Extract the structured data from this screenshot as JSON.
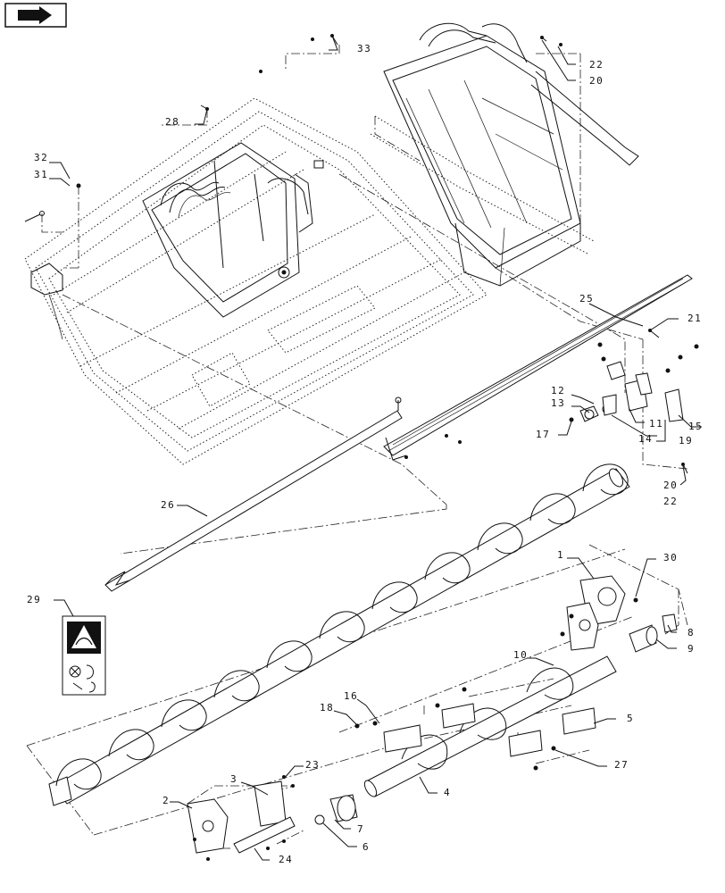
{
  "nav_icon": "next-page-arrow-icon",
  "callouts": {
    "c1": "1",
    "c2": "2",
    "c3": "3",
    "c4": "4",
    "c5": "5",
    "c6": "6",
    "c7": "7",
    "c8": "8",
    "c9": "9",
    "c10": "10",
    "c11": "11",
    "c12": "12",
    "c13": "13",
    "c14": "14",
    "c15": "15",
    "c16": "16",
    "c17": "17",
    "c18": "18",
    "c19": "19",
    "c20a": "20",
    "c20b": "20",
    "c21": "21",
    "c22a": "22",
    "c22b": "22",
    "c23": "23",
    "c24": "24",
    "c25": "25",
    "c26": "26",
    "c27": "27",
    "c28": "28",
    "c29": "29",
    "c30": "30",
    "c31": "31",
    "c32": "32",
    "c33": "33"
  },
  "colors": {
    "line": "#111111",
    "background": "#ffffff"
  }
}
